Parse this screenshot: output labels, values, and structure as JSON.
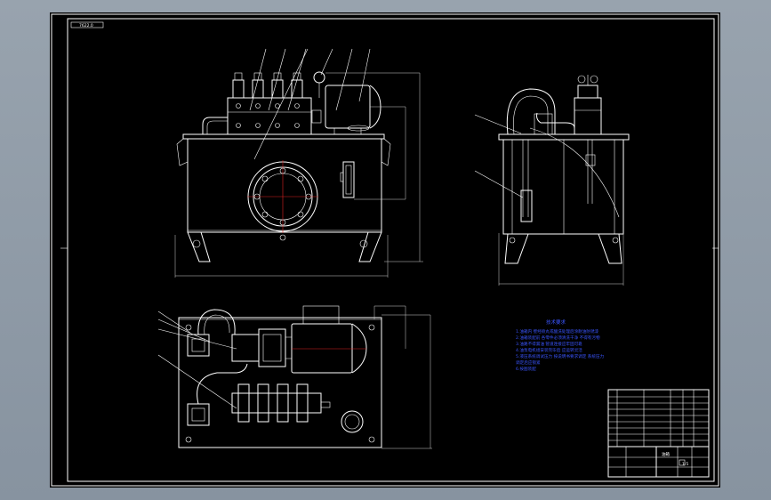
{
  "drawing": {
    "stamp_text": "7622.0",
    "title_block": {
      "name": "油箱",
      "scale": "1:5"
    }
  },
  "technical_requirements": {
    "title": "技术要求",
    "lines": [
      "1.油箱内 壁经喷丸或酸洗处理后涂耐油防锈漆",
      "2.油箱装配前  各零件必须清洗干净 不得有污物",
      "3.油路不得漏油 管道连接应牢固可靠",
      "4.油泵电机组安装完毕后 应运转灵活",
      "5.液压系统调试压力 按说明书要求调定 系统压力",
      "  调定后应锁紧",
      "6.按图装配"
    ]
  },
  "colors": {
    "sheet": "#000000",
    "line": "#ffffff",
    "annotation": "#3a55ff",
    "centerline": "#e02020",
    "background": "#8c98a4"
  }
}
